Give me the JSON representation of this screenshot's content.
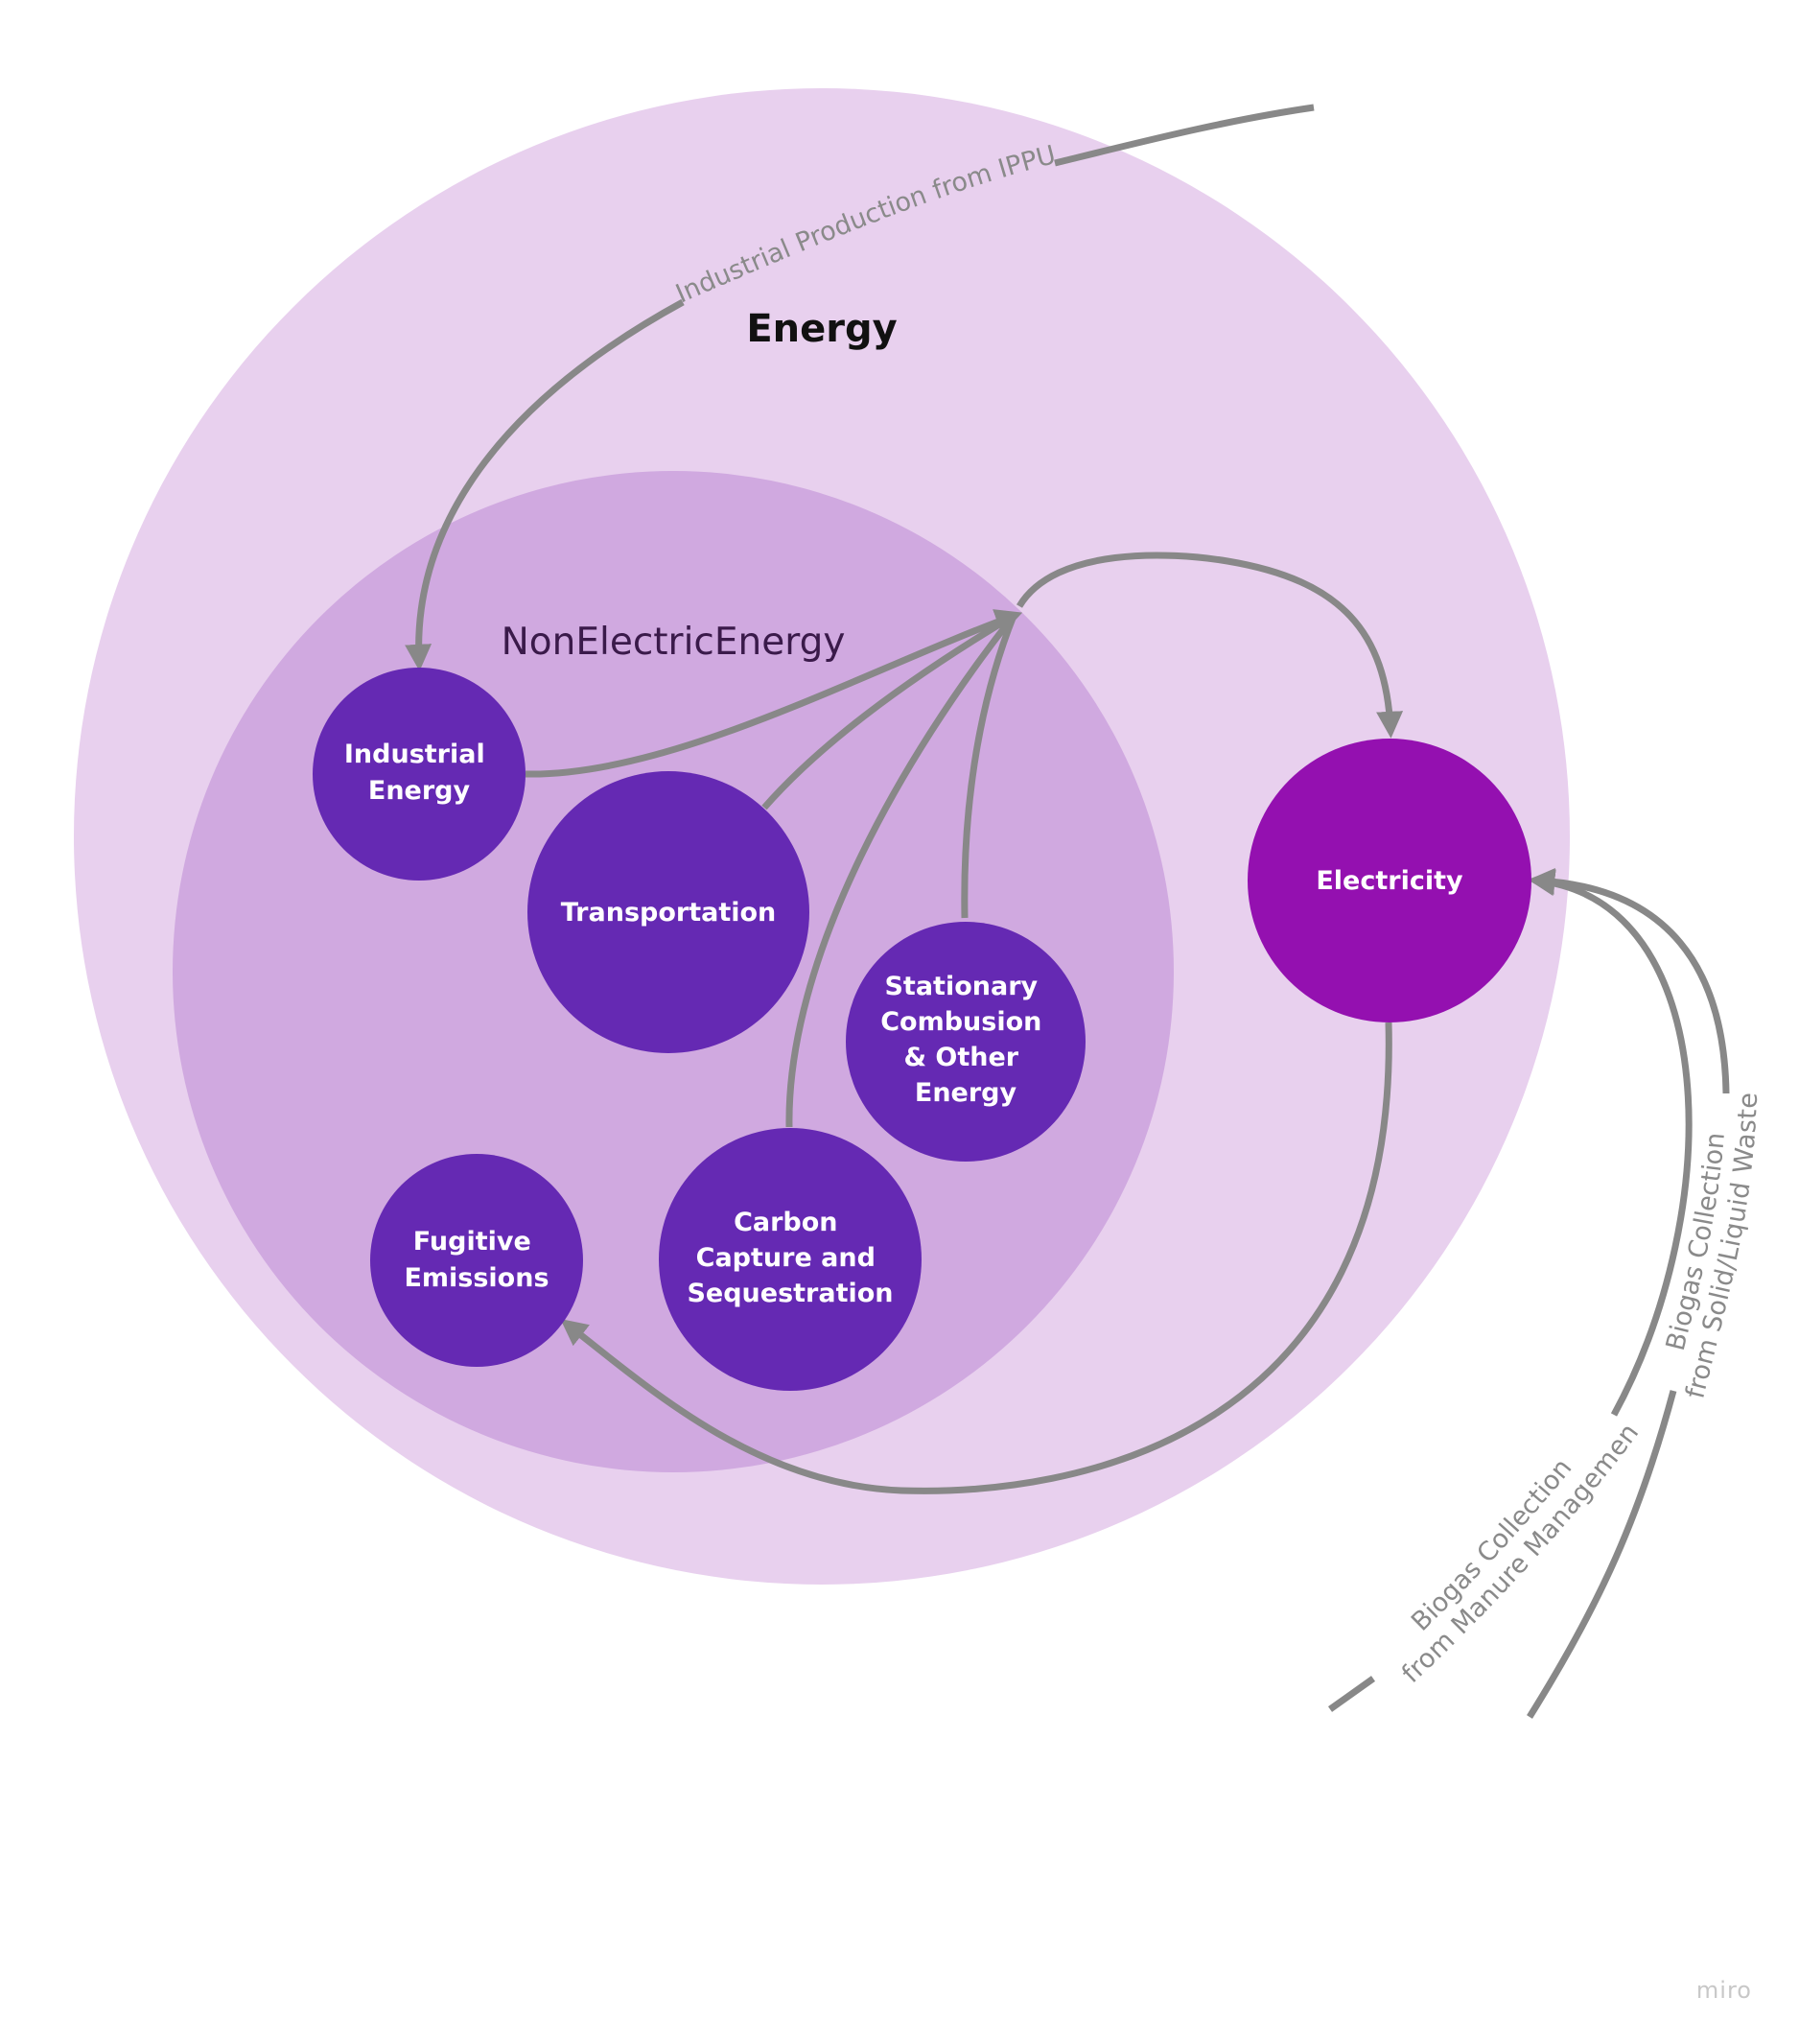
{
  "diagram": {
    "outer_group": {
      "label": "Energy",
      "color": "#e8d0ee"
    },
    "inner_group": {
      "label": "NonElectricEnergy",
      "color": "#d0a9e0"
    },
    "nodes": {
      "industrial_energy": {
        "lines": [
          "Industrial",
          "Energy"
        ],
        "color": "#6529b3"
      },
      "transportation": {
        "lines": [
          "Transportation"
        ],
        "color": "#6529b3"
      },
      "stationary": {
        "lines": [
          "Stationary",
          "Combusion",
          "& Other",
          "Energy"
        ],
        "color": "#6529b3"
      },
      "fugitive": {
        "lines": [
          "Fugitive",
          "Emissions"
        ],
        "color": "#6529b3"
      },
      "carbon_capture": {
        "lines": [
          "Carbon",
          "Capture and",
          "Sequestration"
        ],
        "color": "#6529b3"
      },
      "electricity": {
        "lines": [
          "Electricity"
        ],
        "color": "#9410b0"
      }
    },
    "edge_labels": {
      "ippu": "Industrial Production from IPPU",
      "manure": [
        "Biogas Collection",
        "from Manure Management"
      ],
      "waste": [
        "Biogas Collection",
        "from Solid/Liquid Waste"
      ]
    },
    "edge_color": "#888888",
    "watermark": "miro"
  }
}
